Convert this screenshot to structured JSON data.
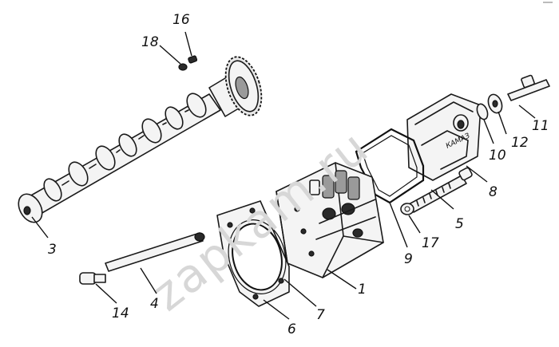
{
  "watermark": "zapkam.ru",
  "emboss_text": "КАМАЗ",
  "callouts": [
    {
      "id": "3",
      "label": "3"
    },
    {
      "id": "18",
      "label": "18"
    },
    {
      "id": "16",
      "label": "16"
    },
    {
      "id": "11",
      "label": "11"
    },
    {
      "id": "12",
      "label": "12"
    },
    {
      "id": "10",
      "label": "10"
    },
    {
      "id": "8",
      "label": "8"
    },
    {
      "id": "5",
      "label": "5"
    },
    {
      "id": "17",
      "label": "17"
    },
    {
      "id": "9",
      "label": "9"
    },
    {
      "id": "1",
      "label": "1"
    },
    {
      "id": "7",
      "label": "7"
    },
    {
      "id": "6",
      "label": "6"
    },
    {
      "id": "4",
      "label": "4"
    },
    {
      "id": "14",
      "label": "14"
    }
  ]
}
